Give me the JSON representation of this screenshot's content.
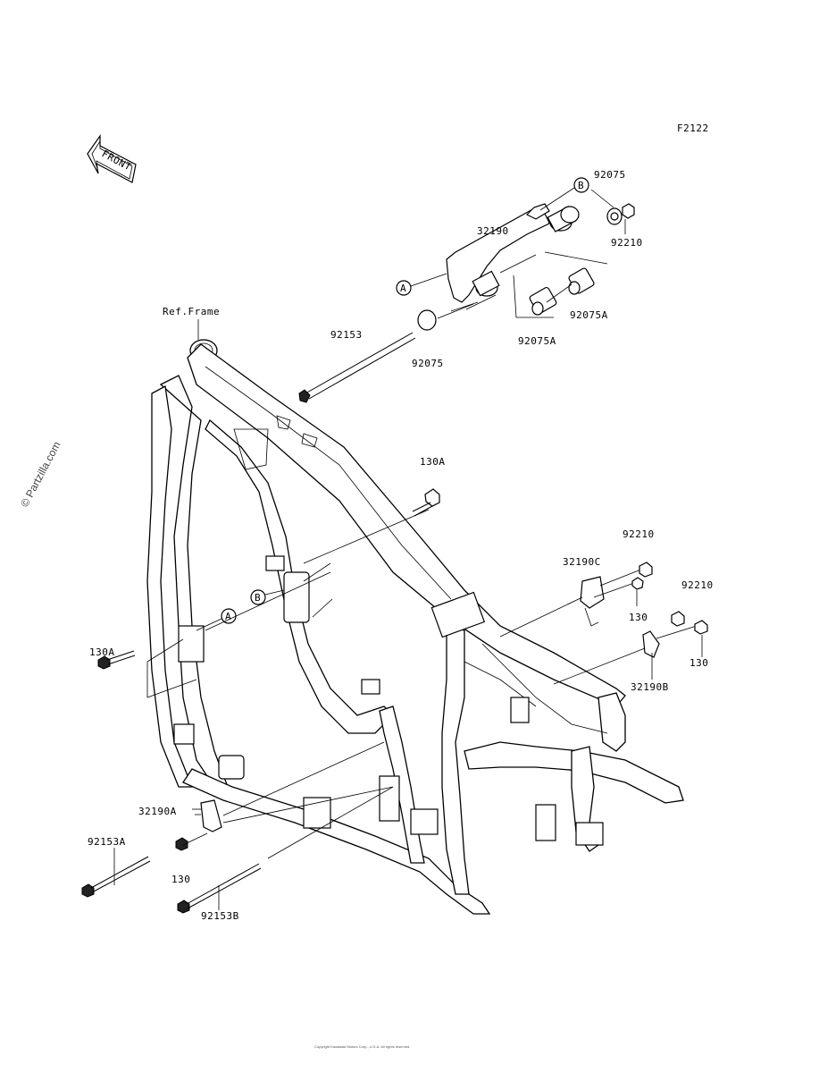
{
  "diagram": {
    "code": "F2122",
    "front_label": "FRONT",
    "watermark": "© Partzilla.com",
    "copyright": "Copyright Kawasaki Motors Corp., U.S.A. All rights reserved.",
    "ref_label": "Ref.Frame",
    "callouts": {
      "A_top": "A",
      "B_top": "B",
      "A_left": "A",
      "B_left": "B"
    },
    "parts": {
      "p92075_top": "92075",
      "p92210_top": "92210",
      "p32190": "32190",
      "p92075A_right": "92075A",
      "p92075A_lower": "92075A",
      "p92075_mid": "92075",
      "p92153": "92153",
      "p130A_mid": "130A",
      "p92210_right": "92210",
      "p32190C": "32190C",
      "p130_c": "130",
      "p92210_b": "92210",
      "p130_b": "130",
      "p32190B": "32190B",
      "p130A_left": "130A",
      "p32190A": "32190A",
      "p92153A": "92153A",
      "p130_lower": "130",
      "p92153B": "92153B"
    }
  }
}
